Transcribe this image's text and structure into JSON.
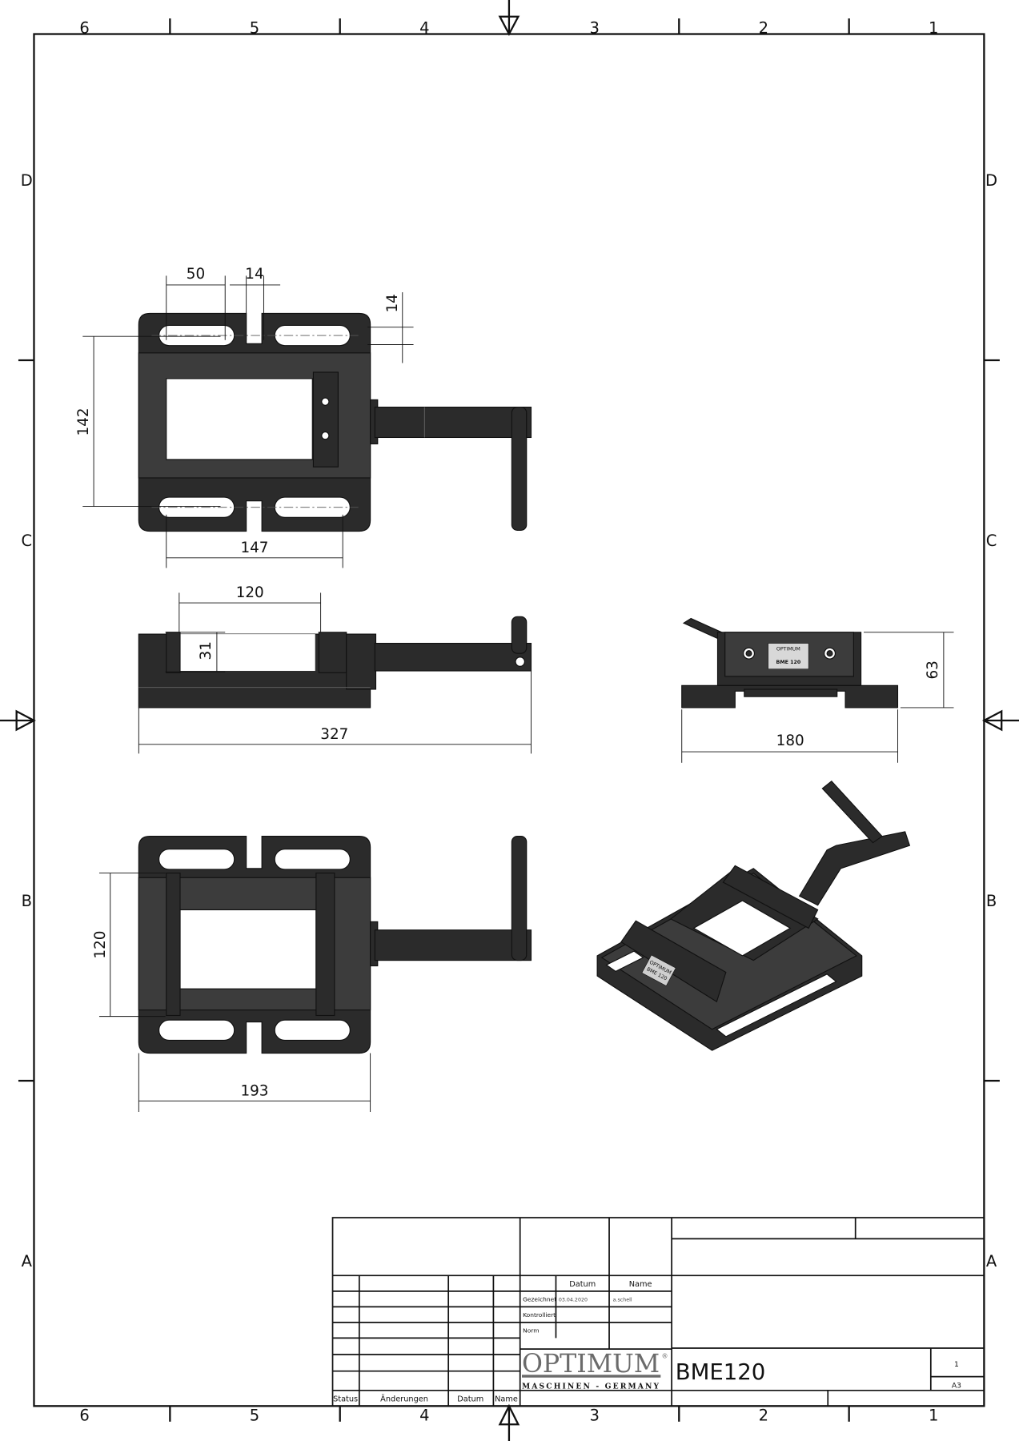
{
  "frame": {
    "columns": [
      "6",
      "5",
      "4",
      "3",
      "2",
      "1"
    ],
    "rows": [
      "D",
      "C",
      "B",
      "A"
    ]
  },
  "views": {
    "top": {
      "dims": {
        "slot_length": "50",
        "slot_gap": "14",
        "slot_width": "14",
        "height": "142",
        "width": "147"
      }
    },
    "front": {
      "dims": {
        "jaw_opening": "120",
        "jaw_height": "31",
        "overall_length": "327"
      }
    },
    "side": {
      "dims": {
        "height": "63",
        "width": "180"
      },
      "plate_brand": "OPTIMUM",
      "plate_model": "BME 120"
    },
    "bottom": {
      "dims": {
        "jaw_width": "120",
        "base_width": "193"
      }
    },
    "isometric": {
      "plate_brand": "OPTIMUM",
      "plate_model": "BME 120"
    }
  },
  "title_block": {
    "col_datum": "Datum",
    "col_name": "Name",
    "rows": [
      {
        "label": "Gezeichnet",
        "datum": "03.04.2020",
        "name": "a.schell"
      },
      {
        "label": "Kontrolliert",
        "datum": "",
        "name": ""
      },
      {
        "label": "Norm",
        "datum": "",
        "name": ""
      }
    ],
    "revision_headers": [
      "Status",
      "Änderungen",
      "Datum",
      "Name"
    ],
    "logo": {
      "brand": "OPTIMUM",
      "tagline": "MASCHINEN - GERMANY",
      "registered": "®"
    },
    "drawing_title": "BME120",
    "sheet_number": "1",
    "sheet_format": "A3"
  },
  "colors": {
    "part": "#2b2b2b",
    "line": "#111111",
    "logo": "#6b6b6b"
  }
}
